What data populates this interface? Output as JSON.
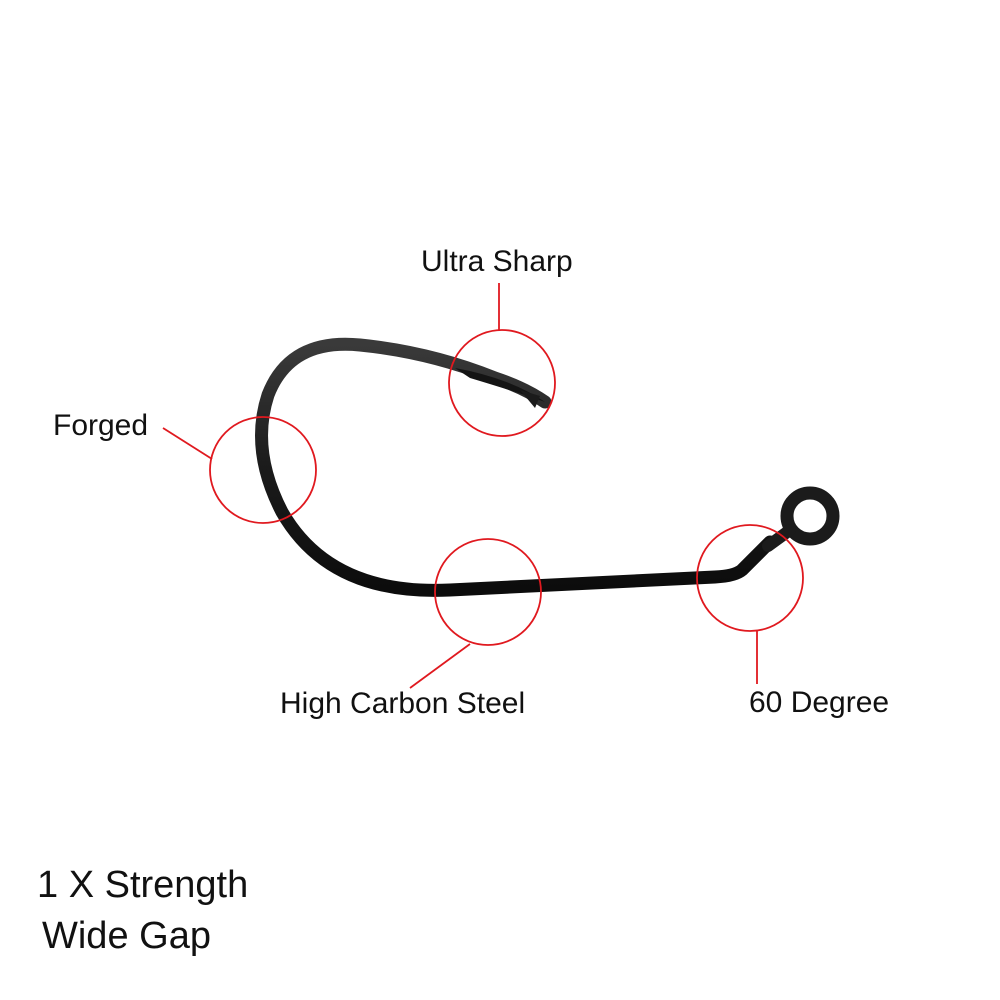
{
  "callouts": {
    "ultra_sharp": "Ultra Sharp",
    "forged": "Forged",
    "high_carbon_steel": "High Carbon Steel",
    "sixty_degree": "60 Degree"
  },
  "specs": {
    "strength": "1 X Strength",
    "gap": "Wide Gap"
  },
  "colors": {
    "callout": "#e0191f",
    "hook": "#1b1b1b",
    "text": "#111111"
  }
}
